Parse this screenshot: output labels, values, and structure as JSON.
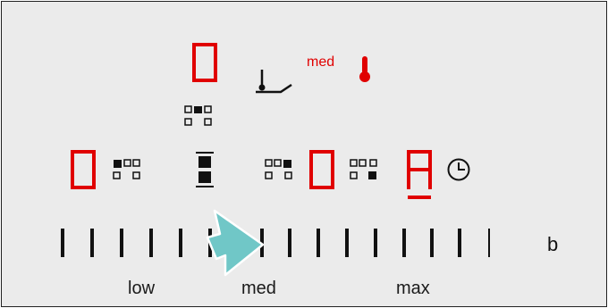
{
  "indicator": {
    "top_level": "med",
    "accent_color": "#e00000",
    "icons": [
      "pan-sensor-icon",
      "thermometer-icon",
      "clock-icon",
      "zone-layout-icon",
      "pointer-arrow-icon"
    ],
    "displays": {
      "top_zone": "0",
      "left_zone": "0",
      "right_zone": "0",
      "timer_zone": "A"
    }
  },
  "slider": {
    "low_label": "low",
    "med_label": "med",
    "max_label": "max",
    "end_label": "b",
    "segment_count": 14
  },
  "colors": {
    "panel_background": "#ebebeb",
    "display_red": "#e00000",
    "arrow": "#70c7c7"
  }
}
